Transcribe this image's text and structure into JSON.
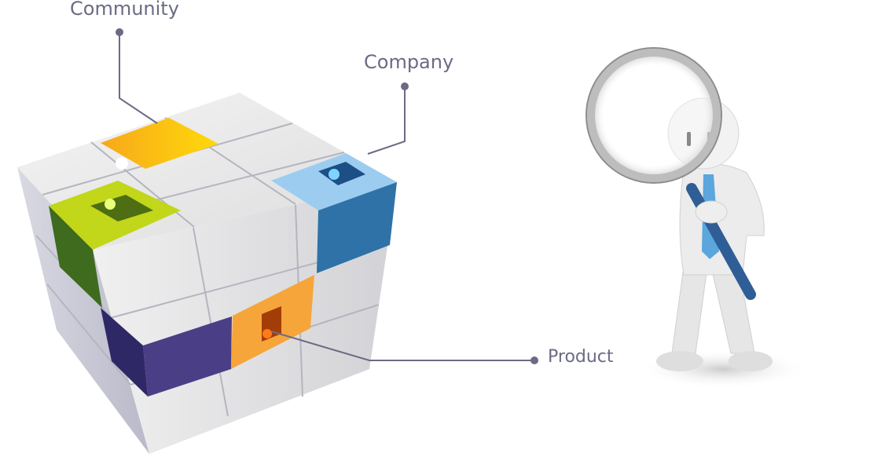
{
  "labels": {
    "community": "Community",
    "company": "Company",
    "product": "Product"
  },
  "colors": {
    "label_text": "#6b6b85",
    "leader_line": "#6b6b85",
    "community_tile": "#f9c21a",
    "company_tile": "#8cc3ea",
    "product_tile": "#f7a73a",
    "green_tile": "#bcd51a",
    "purple_tile": "#4a3f86"
  }
}
